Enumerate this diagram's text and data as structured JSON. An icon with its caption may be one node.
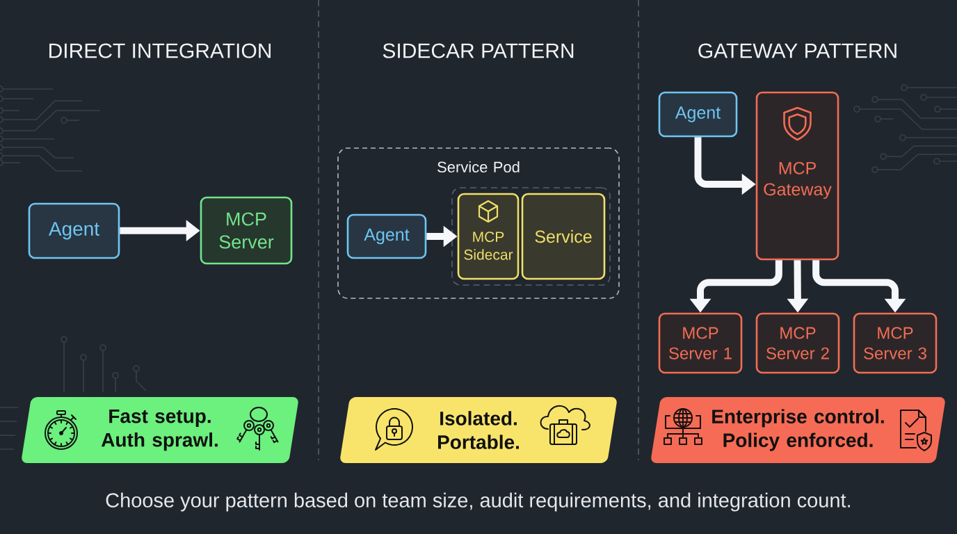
{
  "diagram": {
    "caption": "Choose your pattern based on team size, audit requirements, and integration count.",
    "nodes": [
      {
        "text": [
          "Agent"
        ]
      },
      {
        "text": [
          "MCP Server"
        ]
      },
      {
        "text": [
          "Service Pod"
        ]
      },
      {
        "text": [
          "Agent"
        ],
        "in": 2
      },
      {
        "text": [],
        "shape": "box",
        "in": 2
      },
      {
        "text": [
          "MCP Sidecar"
        ],
        "in": 4
      },
      {
        "text": [
          "Service"
        ],
        "in": 4
      },
      {
        "text": [
          "Agent"
        ]
      },
      {
        "text": [
          "MCP Gateway"
        ]
      },
      {
        "text": [
          "MCP Server 1"
        ]
      },
      {
        "text": [
          "MCP Server 2"
        ]
      },
      {
        "text": [
          "MCP Server 3"
        ]
      },
      {
        "text": [
          "Fast setup. Auth sprawl."
        ]
      },
      {
        "text": [
          "Isolated. Portable."
        ]
      },
      {
        "text": [
          "Enterprise control. Policy enforced."
        ]
      }
    ],
    "edges": [
      {
        "from": 0,
        "to": 1,
        "arrow": "to"
      },
      {
        "from": 3,
        "to": 5,
        "arrow": "to"
      },
      {
        "from": 7,
        "to": 8,
        "arrow": "to"
      },
      {
        "from": 8,
        "to": 9,
        "arrow": "to"
      },
      {
        "from": 8,
        "to": 10,
        "arrow": "to"
      },
      {
        "from": 8,
        "to": 11,
        "arrow": "to"
      }
    ],
    "labels": [
      "DIRECT INTEGRATION",
      "SIDECAR PATTERN",
      "GATEWAY PATTERN"
    ]
  }
}
